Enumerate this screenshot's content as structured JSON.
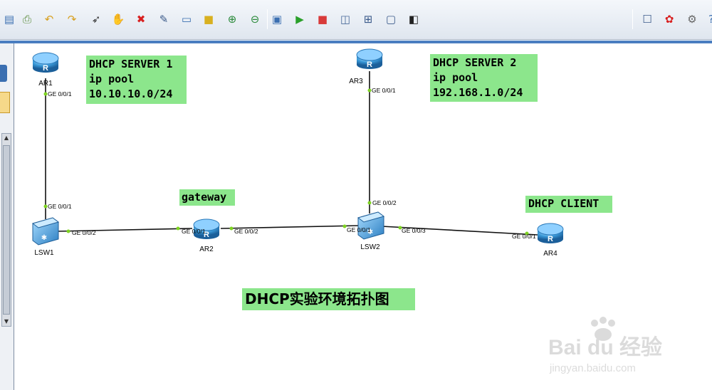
{
  "toolbar": {
    "buttons": [
      {
        "name": "new-topology-icon",
        "glyph": "▤"
      },
      {
        "name": "print-icon",
        "glyph": "⎙"
      },
      {
        "name": "undo-icon",
        "glyph": "↶"
      },
      {
        "name": "redo-icon",
        "glyph": "↷"
      },
      {
        "name": "select-pointer-icon",
        "glyph": "➶"
      },
      {
        "name": "pan-hand-icon",
        "glyph": "✋"
      },
      {
        "name": "delete-icon",
        "glyph": "✖"
      },
      {
        "name": "delete-connection-icon",
        "glyph": "✎"
      },
      {
        "name": "text-annotation-icon",
        "glyph": "▭"
      },
      {
        "name": "rectangle-icon",
        "glyph": "■"
      },
      {
        "name": "zoom-in-icon",
        "glyph": "⊕"
      },
      {
        "name": "zoom-out-icon",
        "glyph": "⊖"
      },
      {
        "name": "fit-view-icon",
        "glyph": "▣"
      },
      {
        "name": "start-device-icon",
        "glyph": "▶"
      },
      {
        "name": "stop-device-icon",
        "glyph": "■"
      },
      {
        "name": "capture-data-icon",
        "glyph": "◫"
      },
      {
        "name": "topology-tree-icon",
        "glyph": "⊞"
      },
      {
        "name": "cli-window-icon",
        "glyph": "▢"
      },
      {
        "name": "screenshot-icon",
        "glyph": "◧"
      },
      {
        "name": "chat-icon",
        "glyph": "☐"
      },
      {
        "name": "huawei-logo-icon",
        "glyph": "✿"
      },
      {
        "name": "settings-gear-icon",
        "glyph": "⚙"
      },
      {
        "name": "help-icon",
        "glyph": "?"
      }
    ]
  },
  "colors": {
    "label_bg": "#8ce68c",
    "router_blue": "#3a9ad9",
    "port_dot": "#7ed321",
    "link": "#111111"
  },
  "devices": {
    "ar1": "AR1",
    "ar2": "AR2",
    "ar3": "AR3",
    "ar4": "AR4",
    "lsw1": "LSW1",
    "lsw2": "LSW2"
  },
  "ports": {
    "ar1_g001": "GE 0/0/1",
    "lsw1_g001": "GE 0/0/1",
    "lsw1_g002": "GE 0/0/2",
    "ar2_g001": "GE 0/0/1",
    "ar2_g002": "GE 0/0/2",
    "lsw2_g001": "GE 0/0/1",
    "lsw2_g002": "GE 0/0/2",
    "lsw2_g003": "GE 0/0/3",
    "ar3_g001": "GE 0/0/1",
    "ar4_g001": "GE 0/0/1"
  },
  "labels": {
    "server1": [
      "DHCP SERVER 1",
      "ip pool",
      "10.10.10.0/24"
    ],
    "server2": [
      "DHCP SERVER 2",
      "ip pool",
      "192.168.1.0/24"
    ],
    "gateway": "gateway",
    "client": "DHCP CLIENT",
    "title": "DHCP实验环境拓扑图"
  },
  "watermark": {
    "brand": "Bai du 经验",
    "url": "jingyan.baidu.com"
  }
}
